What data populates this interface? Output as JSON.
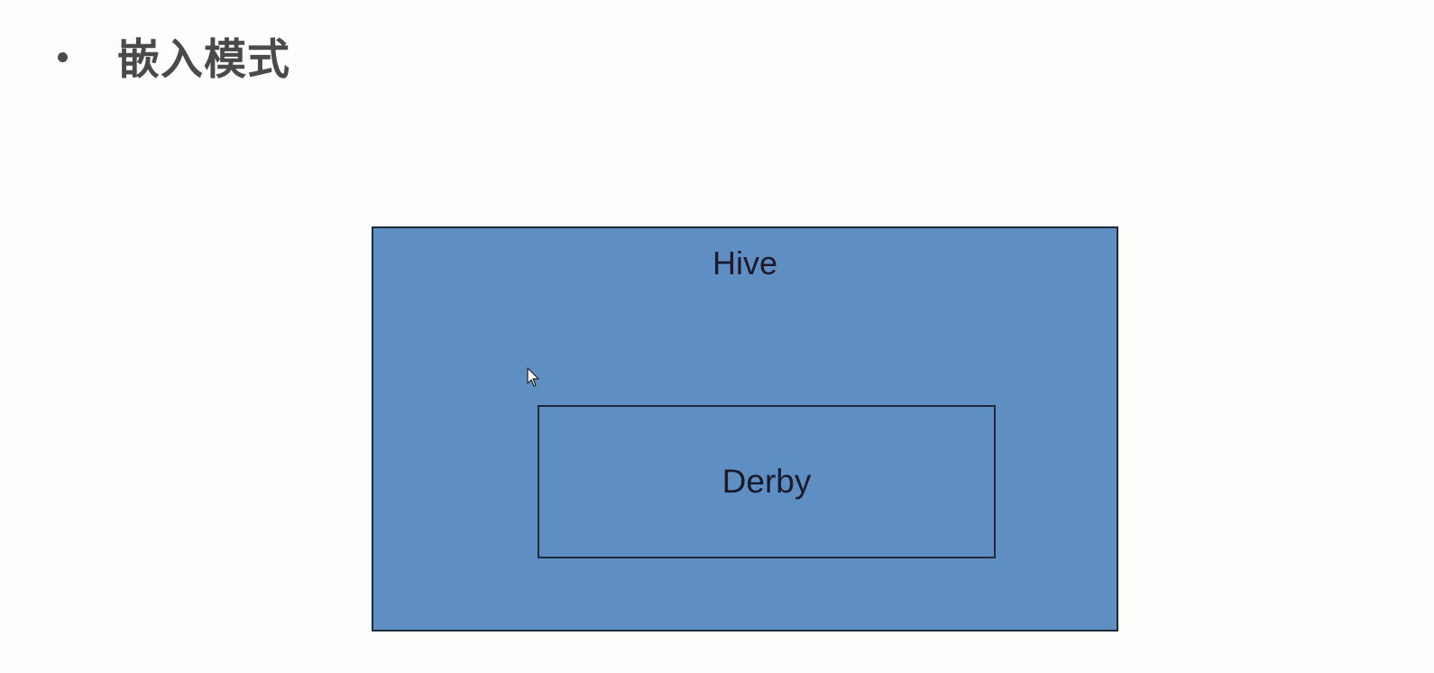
{
  "slide": {
    "heading": "嵌入模式"
  },
  "diagram": {
    "outer": {
      "label": "Hive",
      "fill": "#5f8fc2"
    },
    "inner": {
      "label": "Derby",
      "fill": "#5f8fc2"
    }
  },
  "icons": {
    "bullet": "bullet-dot",
    "cursor": "mouse-pointer-icon"
  }
}
